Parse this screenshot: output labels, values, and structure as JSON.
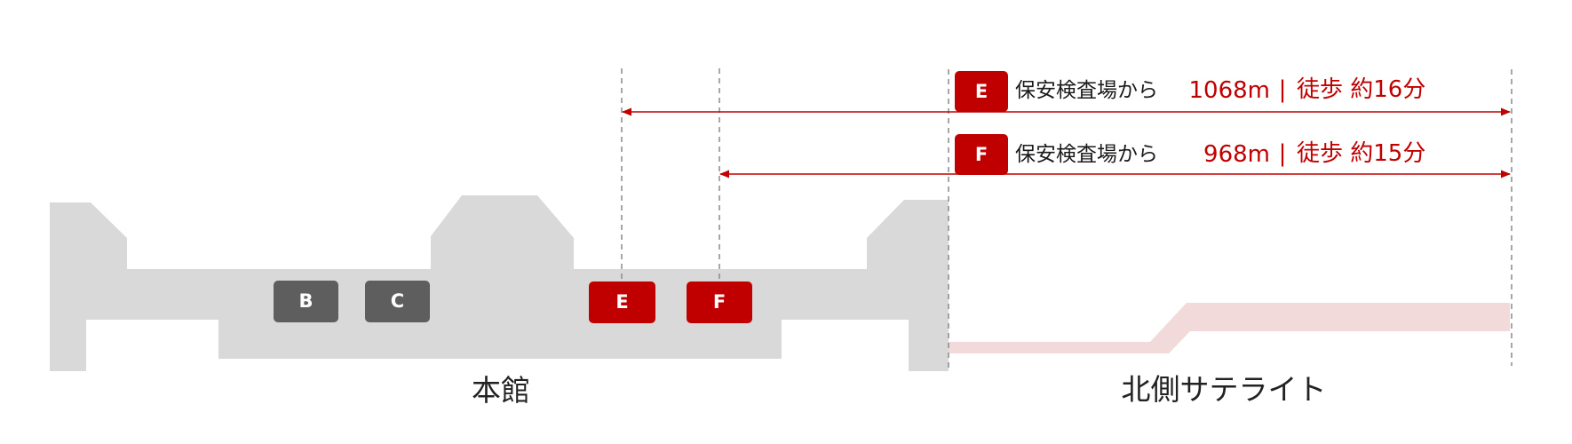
{
  "colors": {
    "building": "#d9d9d9",
    "satellite_bar": "#f3dada",
    "gate_dark": "#5e5e5e",
    "gate_red": "#c00000",
    "route_red": "#c00000",
    "dashed": "#8a8a8a",
    "text": "#1a1a1a"
  },
  "gates": [
    {
      "id": "B",
      "label": "B",
      "color": "dark"
    },
    {
      "id": "C",
      "label": "C",
      "color": "dark"
    },
    {
      "id": "E",
      "label": "E",
      "color": "red"
    },
    {
      "id": "F",
      "label": "F",
      "color": "red"
    }
  ],
  "routes": [
    {
      "gate": "E",
      "badge": "E",
      "label": "保安検査場から",
      "distance": "1068m",
      "separator": "|",
      "walk": "徒歩 約16分"
    },
    {
      "gate": "F",
      "badge": "F",
      "label": "保安検査場から",
      "distance": "968m",
      "separator": "|",
      "walk": "徒歩 約15分"
    }
  ],
  "areas": {
    "main": "本館",
    "satellite": "北側サテライト"
  }
}
